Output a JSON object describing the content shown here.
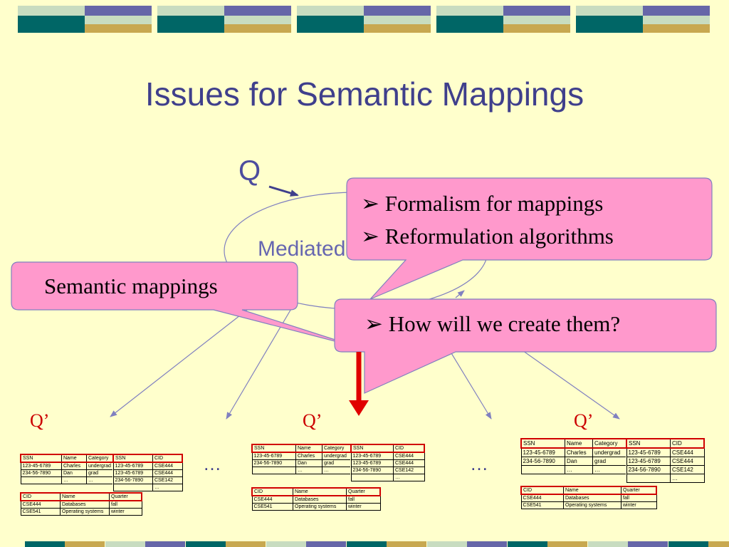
{
  "slide": {
    "title": "Issues for Semantic Mappings",
    "query_label": "Q",
    "mediated_schema_label": "Mediated",
    "source_query_label": "Q’",
    "ellipsis": "…",
    "callouts": {
      "top": [
        "Formalism for mappings",
        "Reformulation algorithms"
      ],
      "left": "Semantic mappings",
      "bottom": "How will we create them?"
    },
    "bullet_symbol": "➢"
  },
  "colors": {
    "background": "#FFFFCC",
    "title": "#3F3F8C",
    "callout_fill": "#FF99CC",
    "arrow_red": "#E00000",
    "connector": "#8080C0",
    "band_teal": "#006666",
    "band_blue": "#6666A8",
    "band_gold": "#C8A850",
    "band_light": "#C8DCC0"
  },
  "sources": [
    {
      "people": {
        "headers": [
          "SSN",
          "Name",
          "Category"
        ],
        "rows": [
          [
            "123-45-6789",
            "Charles",
            "undergrad"
          ],
          [
            "234-56-7890",
            "Dan",
            "grad"
          ],
          [
            "",
            "…",
            "…"
          ]
        ]
      },
      "enroll": {
        "headers": [
          "SSN",
          "CID"
        ],
        "rows": [
          [
            "123-45-6789",
            "CSE444"
          ],
          [
            "123-45-6789",
            "CSE444"
          ],
          [
            "234-56-7890",
            "CSE142"
          ],
          [
            "",
            "…"
          ]
        ]
      },
      "courses": {
        "headers": [
          "CID",
          "Name",
          "Quarter"
        ],
        "rows": [
          [
            "CSE444",
            "Databases",
            "fall"
          ],
          [
            "CSE541",
            "Operating systems",
            "winter"
          ]
        ]
      }
    },
    {
      "people": {
        "headers": [
          "SSN",
          "Name",
          "Category"
        ],
        "rows": [
          [
            "123-45-6789",
            "Charles",
            "undergrad"
          ],
          [
            "234-56-7890",
            "Dan",
            "grad"
          ],
          [
            "",
            "…",
            "…"
          ]
        ]
      },
      "enroll": {
        "headers": [
          "SSN",
          "CID"
        ],
        "rows": [
          [
            "123-45-6789",
            "CSE444"
          ],
          [
            "123-45-6789",
            "CSE444"
          ],
          [
            "234-56-7890",
            "CSE142"
          ],
          [
            "",
            "…"
          ]
        ]
      },
      "courses": {
        "headers": [
          "CID",
          "Name",
          "Quarter"
        ],
        "rows": [
          [
            "CSE444",
            "Databases",
            "fall"
          ],
          [
            "CSE541",
            "Operating systems",
            "winter"
          ]
        ]
      }
    },
    {
      "people": {
        "headers": [
          "SSN",
          "Name",
          "Category"
        ],
        "rows": [
          [
            "123-45-6789",
            "Charles",
            "undergrad"
          ],
          [
            "234-56-7890",
            "Dan",
            "grad"
          ],
          [
            "",
            "…",
            "…"
          ]
        ]
      },
      "enroll": {
        "headers": [
          "SSN",
          "CID"
        ],
        "rows": [
          [
            "123-45-6789",
            "CSE444"
          ],
          [
            "123-45-6789",
            "CSE444"
          ],
          [
            "234-56-7890",
            "CSE142"
          ],
          [
            "",
            "…"
          ]
        ]
      },
      "courses": {
        "headers": [
          "CID",
          "Name",
          "Quarter"
        ],
        "rows": [
          [
            "CSE444",
            "Databases",
            "fall"
          ],
          [
            "CSE541",
            "Operating systems",
            "winter"
          ]
        ]
      }
    }
  ]
}
